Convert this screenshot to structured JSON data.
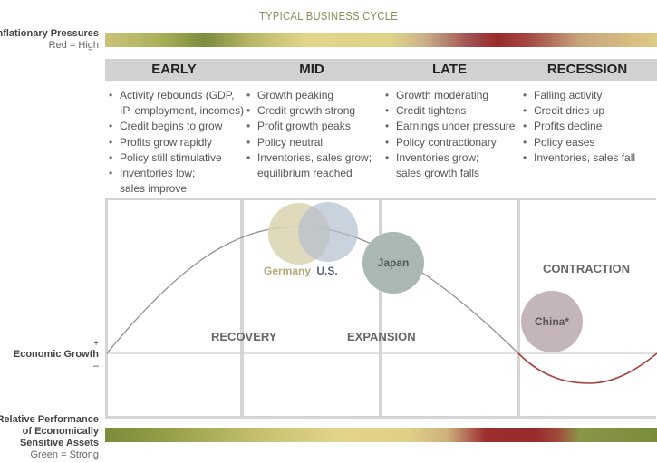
{
  "title": "TYPICAL BUSINESS CYCLE",
  "inflation": {
    "label": "Inflationary Pressures",
    "legend": "Red = High"
  },
  "phases": [
    {
      "name": "EARLY",
      "bullets": [
        "Activity rebounds (GDP,",
        "IP, employment, incomes)",
        "Credit begins to grow",
        "Profits grow rapidly",
        "Policy still stimulative",
        "Inventories low;",
        "sales improve"
      ],
      "cont": [
        1,
        6
      ]
    },
    {
      "name": "MID",
      "bullets": [
        "Growth peaking",
        "Credit growth strong",
        "Profit growth peaks",
        "Policy neutral",
        "Inventories, sales grow;",
        "equilibrium reached"
      ],
      "cont": [
        5
      ]
    },
    {
      "name": "LATE",
      "bullets": [
        "Growth moderating",
        "Credit tightens",
        "Earnings under pressure",
        "Policy contractionary",
        "Inventories grow;",
        "sales growth falls"
      ],
      "cont": [
        5
      ]
    },
    {
      "name": "RECESSION",
      "bullets": [
        "Falling activity",
        "Credit dries up",
        "Profits decline",
        "Policy eases",
        "Inventories, sales fall"
      ],
      "cont": []
    }
  ],
  "zones": {
    "recovery": "RECOVERY",
    "expansion": "EXPANSION",
    "contraction": "CONTRACTION"
  },
  "countries": {
    "germany": "Germany",
    "us": "U.S.",
    "japan": "Japan",
    "china": "China*"
  },
  "axis": {
    "label": "Economic Growth",
    "plus": "+",
    "minus": "–"
  },
  "performance": {
    "line1": "Relative Performance",
    "line2": "of Economically",
    "line3": "Sensitive Assets",
    "legend": "Green = Strong"
  },
  "colors": {
    "growth_line": "#8e8e8e",
    "contraction_line": "#a5403c",
    "germany": "#d9d4b0",
    "us": "#b3bfcf",
    "japan": "#a9b9b1",
    "china": "#c3b5b8"
  }
}
